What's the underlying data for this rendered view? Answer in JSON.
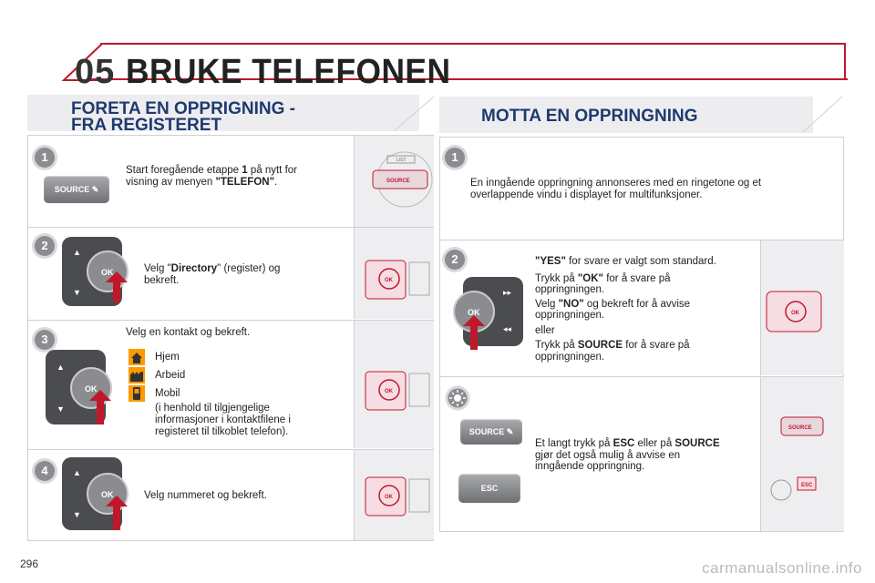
{
  "header": {
    "chapter": "05",
    "title": "BRUKE TELEFONEN"
  },
  "left_section": {
    "title_line1": "FORETA EN OPPRIGNING -",
    "title_line2": "FRA REGISTERET",
    "steps": [
      {
        "num": "1",
        "text_a": "Start foregående etappe ",
        "text_b": "1",
        "text_c": " på nytt for",
        "text_d": "visning av menyen ",
        "text_e": "\"TELEFON\"",
        "text_f": "."
      },
      {
        "num": "2",
        "text_a": "Velg \"",
        "text_b": "Directory",
        "text_c": "\" (register) og",
        "text_d": "bekreft."
      },
      {
        "num": "3",
        "intro": "Velg en kontakt og bekreft.",
        "options": [
          "Hjem",
          "Arbeid",
          "Mobil"
        ],
        "note1": "(i henhold til tilgjengelige",
        "note2": "informasjoner i kontaktfilene i",
        "note3": "registeret til tilkoblet telefon)."
      },
      {
        "num": "4",
        "text": "Velg nummeret og bekreft."
      }
    ]
  },
  "right_section": {
    "title": "MOTTA EN OPPRINGNING",
    "step1": {
      "num": "1",
      "line1": "En inngående oppringning annonseres med en ringetone og et",
      "line2": "overlappende vindu i displayet for multifunksjoner."
    },
    "step2": {
      "num": "2",
      "l1a": "\"YES\"",
      "l1b": " for svare er valgt som standard.",
      "l2a": "Trykk på ",
      "l2b": "\"OK\"",
      "l2c": " for å svare på",
      "l2d": "oppringningen.",
      "l3a": "Velg ",
      "l3b": "\"NO\"",
      "l3c": " og bekreft for å avvise",
      "l3d": "oppringningen.",
      "l4": "eller",
      "l5a": "Trykk på ",
      "l5b": "SOURCE",
      "l5c": " for å svare på",
      "l5d": "oppringningen."
    },
    "tip": {
      "la": "Et langt trykk på ",
      "lb": "ESC",
      "lc": " eller på ",
      "ld": "SOURCE",
      "le": "gjør det også mulig å avvise en",
      "lf": "inngående oppringning."
    }
  },
  "buttons": {
    "source": "SOURCE",
    "esc": "ESC",
    "ok": "OK"
  },
  "icons": [
    "home-icon",
    "factory-icon",
    "mobile-phone-icon",
    "bulb-tip-icon",
    "arrow-up-icon"
  ],
  "colors": {
    "accent": "#c0182a",
    "section_title": "#1f3a6e",
    "badge": "#8a8c8f"
  },
  "footer": {
    "page": "296",
    "watermark": "carmanualsonline.info"
  }
}
